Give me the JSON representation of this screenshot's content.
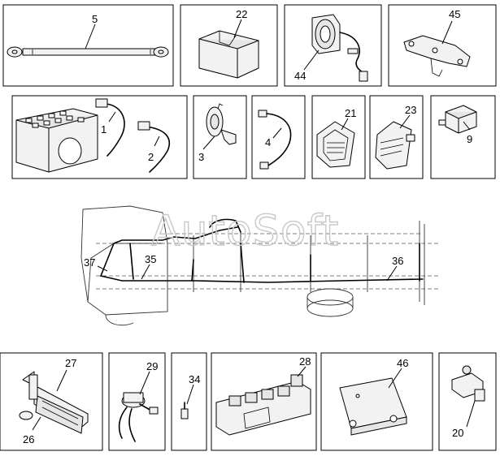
{
  "watermark": "AutoSoft",
  "callouts": {
    "c1": "1",
    "c2": "2",
    "c3": "3",
    "c4": "4",
    "c5": "5",
    "c9": "9",
    "c20": "20",
    "c21": "21",
    "c22": "22",
    "c23": "23",
    "c26": "26",
    "c27": "27",
    "c28": "28",
    "c29": "29",
    "c34": "34",
    "c35": "35",
    "c36": "36",
    "c37": "37",
    "c44": "44",
    "c45": "45",
    "c46": "46"
  }
}
